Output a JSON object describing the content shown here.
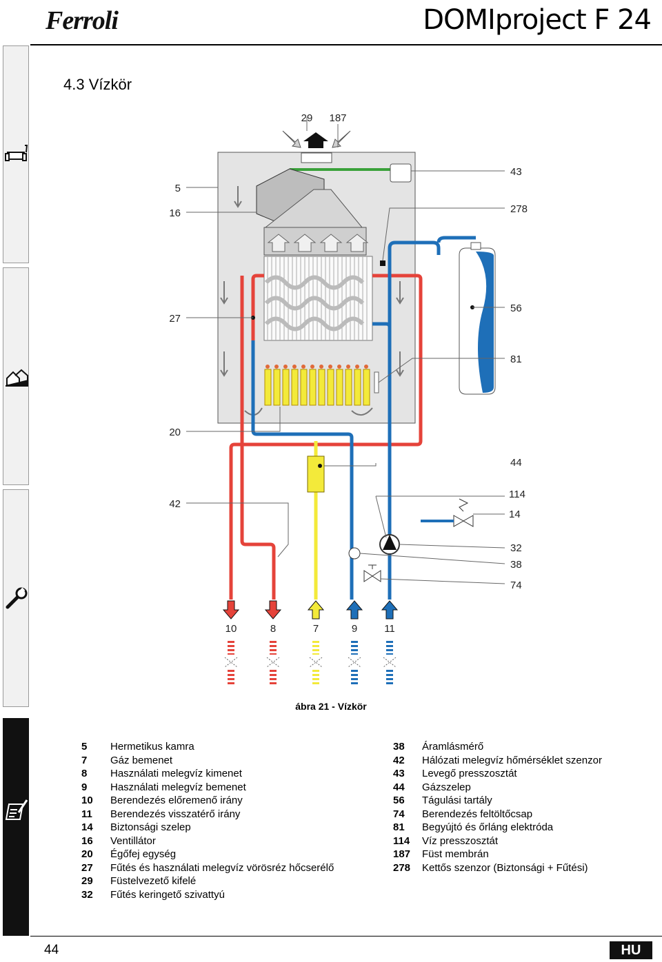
{
  "header": {
    "brand": "Ferroli",
    "product": "DOMIproject F 24"
  },
  "section_title": "4.3 Vízkör",
  "figure": {
    "caption": "ábra 21 - Vízkör",
    "callouts": {
      "top_29": "29",
      "top_187": "187",
      "left_5": "5",
      "left_16": "16",
      "left_27": "27",
      "left_20": "20",
      "left_42": "42",
      "right_43": "43",
      "right_278": "278",
      "right_56": "56",
      "right_81": "81",
      "right_44": "44",
      "right_114": "114",
      "right_14": "14",
      "right_32": "32",
      "right_38": "38",
      "right_74": "74",
      "bottom_10": "10",
      "bottom_8": "8",
      "bottom_7": "7",
      "bottom_9": "9",
      "bottom_11": "11"
    },
    "colors": {
      "hot": "#e5433a",
      "cold": "#1e6fb8",
      "gas": "#f3ea3a",
      "panel": "#e4e4e4",
      "green": "#3aa13a"
    }
  },
  "legend_left": [
    {
      "num": "5",
      "text": "Hermetikus kamra"
    },
    {
      "num": "7",
      "text": "Gáz bemenet"
    },
    {
      "num": "8",
      "text": "Használati melegvíz kimenet"
    },
    {
      "num": "9",
      "text": "Használati melegvíz bemenet"
    },
    {
      "num": "10",
      "text": "Berendezés előremenő irány"
    },
    {
      "num": "11",
      "text": "Berendezés visszatérő irány"
    },
    {
      "num": "14",
      "text": "Biztonsági szelep"
    },
    {
      "num": "16",
      "text": "Ventillátor"
    },
    {
      "num": "20",
      "text": "Égőfej egység"
    },
    {
      "num": "27",
      "text": "Fűtés és használati melegvíz vörösréz hőcserélő"
    },
    {
      "num": "29",
      "text": "Füstelvezető kifelé"
    },
    {
      "num": "32",
      "text": "Fűtés keringető szivattyú"
    }
  ],
  "legend_right": [
    {
      "num": "38",
      "text": "Áramlásmérő"
    },
    {
      "num": "42",
      "text": "Hálózati melegvíz hőmérséklet szenzor"
    },
    {
      "num": "43",
      "text": "Levegő presszosztát"
    },
    {
      "num": "44",
      "text": "Gázszelep"
    },
    {
      "num": "56",
      "text": "Tágulási tartály"
    },
    {
      "num": "74",
      "text": "Berendezés feltöltőcsap"
    },
    {
      "num": "81",
      "text": "Begyújtó és őrláng elektróda"
    },
    {
      "num": "114",
      "text": "Víz presszosztát"
    },
    {
      "num": "187",
      "text": "Füst membrán"
    },
    {
      "num": "278",
      "text": "Kettős szenzor (Biztonsági + Fűtési)"
    }
  ],
  "footer": {
    "page_number": "44",
    "language": "HU"
  },
  "sidebar": {
    "icons": [
      "sofa-icon",
      "house-icon",
      "wrench-icon",
      "clipboard-icon"
    ]
  }
}
